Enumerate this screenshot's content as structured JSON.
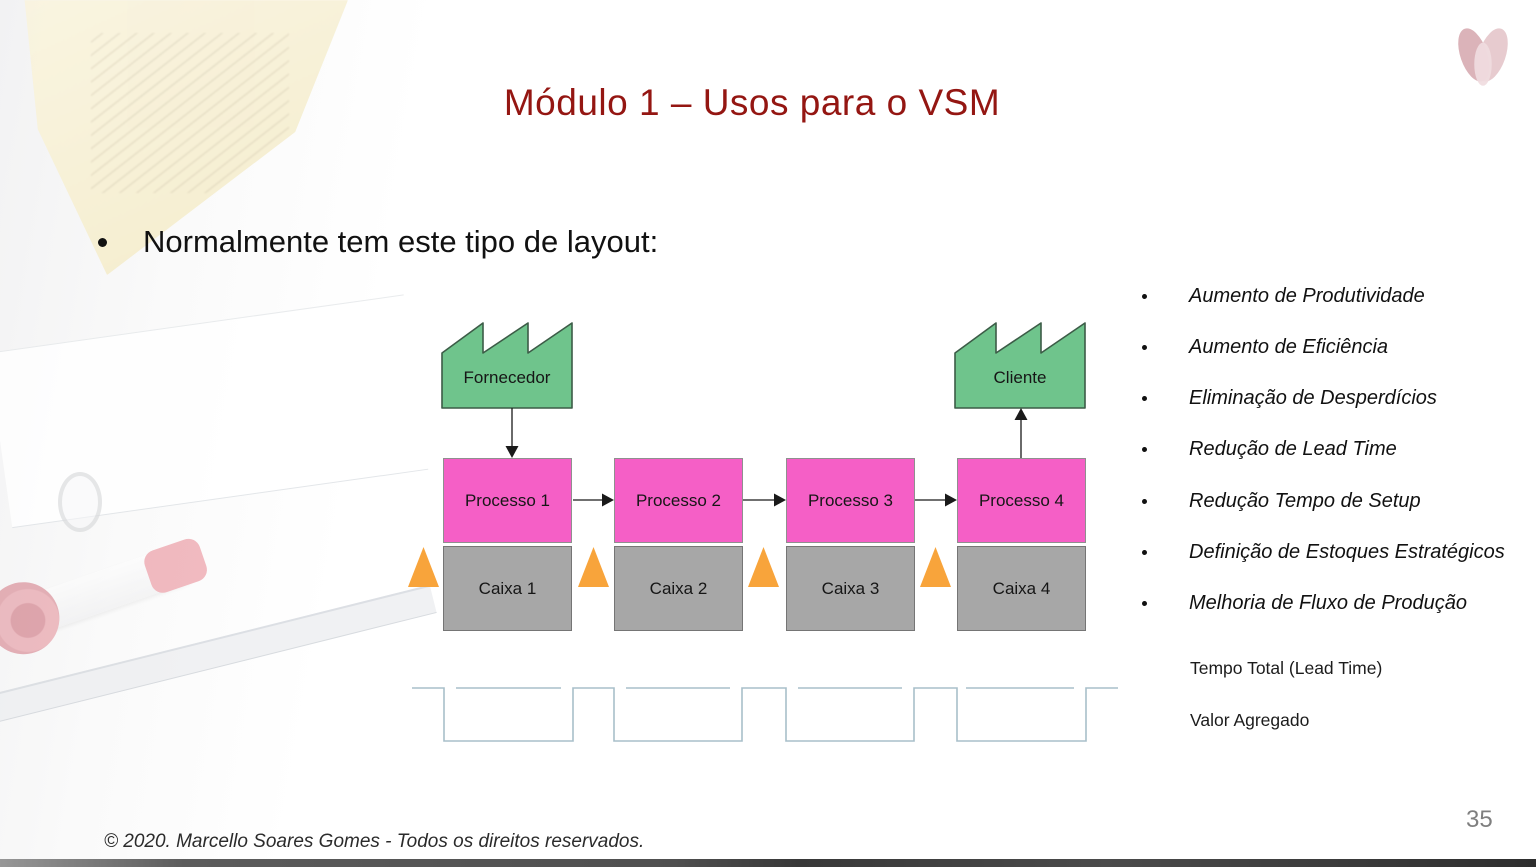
{
  "slide": {
    "title": "Módulo 1 – Usos para o VSM",
    "bullet_heading": "Normalmente tem este tipo de layout:",
    "footer": "© 2020. Marcello Soares Gomes - Todos os direitos reservados.",
    "page_number": "35"
  },
  "diagram": {
    "supplier_label": "Fornecedor",
    "customer_label": "Cliente",
    "processes": [
      "Processo 1",
      "Processo 2",
      "Processo 3",
      "Processo 4"
    ],
    "inventories": [
      "Caixa 1",
      "Caixa 2",
      "Caixa 3",
      "Caixa 4"
    ],
    "colors": {
      "title_accent": "#941612",
      "process_fill": "#f55fc6",
      "inventory_fill": "#a7a7a7",
      "factory_fill": "#6fc48c",
      "triangle_fill": "#f8a43b",
      "timeline_stroke": "#a8bfca"
    }
  },
  "benefits": {
    "items": [
      "Aumento de Produtividade",
      "Aumento de Eficiência",
      "Eliminação de Desperdícios",
      "Redução de Lead Time",
      "Redução Tempo de Setup",
      "Definição de Estoques Estratégicos",
      "Melhoria de Fluxo de Produção"
    ]
  },
  "timeline_labels": {
    "lead_time": "Tempo Total (Lead Time)",
    "value_added": "Valor Agregado"
  }
}
